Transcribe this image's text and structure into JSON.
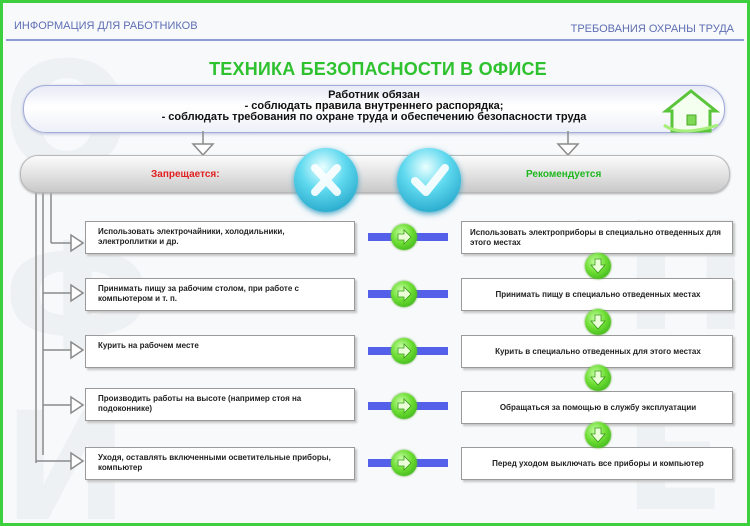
{
  "header": {
    "left_label": "ИНФОРМАЦИЯ ДЛЯ РАБОТНИКОВ",
    "right_label": "ТРЕБОВАНИЯ ОХРАНЫ ТРУДА"
  },
  "title": "ТЕХНИКА БЕЗОПАСНОСТИ В ОФИСЕ",
  "duty": {
    "heading": "Работник обязан",
    "items": [
      "- соблюдать правила внутреннего распорядка;",
      "- соблюдать требования по охране труда и обеспечению безопасности труда"
    ]
  },
  "columns": {
    "forbidden_label": "Запрещается:",
    "recommended_label": "Рекомендуется"
  },
  "rows": [
    {
      "forbidden": [
        "Использовать электрочайники, холодильники,",
        "электроплитки и др."
      ],
      "recommended": [
        "Использовать электроприборы в специально отведенных для",
        "этого местах"
      ]
    },
    {
      "forbidden": [
        "Принимать пищу за рабочим столом, при работе с",
        "компьютером и т. п."
      ],
      "recommended": [
        "Принимать пищу в специально отведенных местах"
      ]
    },
    {
      "forbidden": [
        "Курить на рабочем месте"
      ],
      "recommended": [
        "Курить в специально отведенных для этого местах"
      ]
    },
    {
      "forbidden": [
        "Производить работы на высоте (например стоя на",
        "подоконнике)"
      ],
      "recommended": [
        "Обращаться за помощью в службу эксплуатации"
      ]
    },
    {
      "forbidden": [
        "Уходя, оставлять включенными осветительные приборы,",
        "компьютер"
      ],
      "recommended": [
        "Перед уходом выключать все приборы и компьютер"
      ]
    }
  ],
  "colors": {
    "frame": "#3ecf3e",
    "title": "#2fc22f",
    "forbidden": "#e02020",
    "recommended": "#20b820",
    "connector": "#5560ea",
    "header_text": "#5f6fb3"
  },
  "icons": {
    "house": "house-icon",
    "cross": "cross-icon",
    "check": "check-icon",
    "arrow_right": "arrow-right-icon",
    "arrow_down": "arrow-down-icon"
  }
}
